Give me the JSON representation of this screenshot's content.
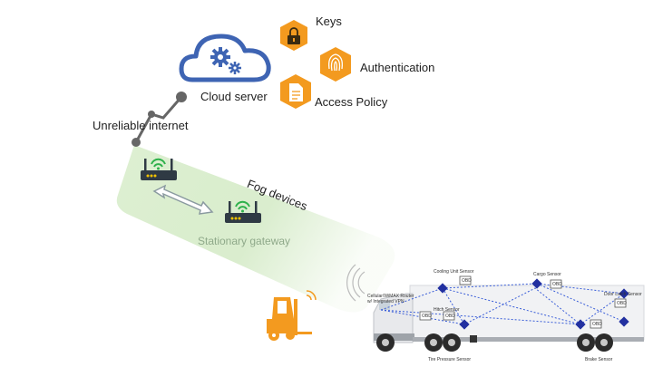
{
  "labels": {
    "keys": "Keys",
    "authentication": "Authentication",
    "access_policy": "Access Policy",
    "cloud_server": "Cloud server",
    "unreliable_internet": "Unreliable internet",
    "fog_devices": "Fog devices",
    "stationary_gateway": "Stationary gateway"
  },
  "truck_sensors": {
    "cooling_unit": "Cooling Unit Sensor",
    "cargo": "Cargo Sensor",
    "door_latch": "Door Latch Sensor",
    "hitch": "Hitch Sensor",
    "tire_pressure": "Tire Pressure Sensor",
    "brake": "Brake Sensor",
    "router_line1": "Cellular/WiMAX Router",
    "router_line2": "w/ Integrated VPN",
    "box_label": "OBD"
  },
  "colors": {
    "cloud_stroke": "#3e64b3",
    "hexagon": "#f39a1f",
    "fog_band": "#cde7bd",
    "forklift": "#f39a1f",
    "sensor": "#2230a0",
    "internet_line": "#666666"
  },
  "icons": [
    "lock-icon",
    "fingerprint-icon",
    "document-icon",
    "gears-icon",
    "router-icon",
    "forklift-icon",
    "truck-icon"
  ]
}
